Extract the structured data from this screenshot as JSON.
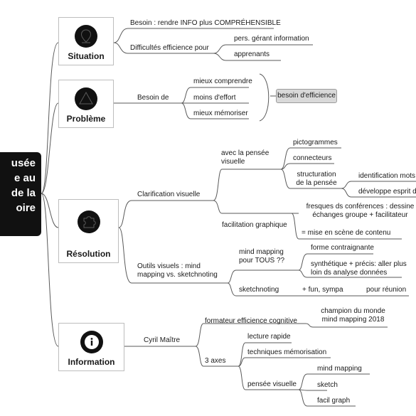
{
  "root": {
    "label_lines": [
      "usée",
      "e au",
      "de la",
      "oire"
    ]
  },
  "sections": {
    "situation": {
      "title": "Situation",
      "icon": "location-pin-icon",
      "besoin": "Besoin : rendre INFO plus COMPRÉHENSIBLE",
      "difficultes": "Difficultés efficience pour",
      "difficultes_items": [
        "pers. gérant information",
        "apprenants"
      ]
    },
    "probleme": {
      "title": "Problème",
      "icon": "warning-icon",
      "besoin": "Besoin de",
      "items": [
        "mieux comprendre",
        "moins d'effort",
        "mieux mémoriser"
      ],
      "tag": "besoin d'efficience"
    },
    "resolution": {
      "title": "Résolution",
      "icon": "puzzle-piece-icon",
      "clarification": "Clarification visuelle",
      "pensee_visuelle": "avec la pensée visuelle",
      "pensee_items": [
        "pictogrammes",
        "connecteurs",
        "structuration de la pensée"
      ],
      "structuration_items": [
        "identification mots",
        "développe esprit d"
      ],
      "facilitation": "facilitation graphique",
      "facilitation_items": [
        "fresques ds conférences : dessine échanges groupe + facilitateur",
        "= mise en scène de contenu"
      ],
      "outils": "Outils visuels : mind mapping vs. sketchnoting",
      "mindmapping": "mind mapping pour TOUS ??",
      "mindmapping_items": [
        "forme contraignante",
        "synthétique + précis: aller plus loin ds analyse données"
      ],
      "sketchnoting": "sketchnoting",
      "sketch_fun": "+ fun, sympa",
      "sketch_reunion": "pour réunion"
    },
    "information": {
      "title": "Information",
      "icon": "info-icon",
      "cyril": "Cyril Maître",
      "formateur": "formateur efficience cognitive",
      "champion": "champion du monde mind mapping 2018",
      "axes": "3 axes",
      "axes_items": [
        "lecture rapide",
        "techniques mémorisation",
        "pensée visuelle"
      ],
      "pensee_items": [
        "mind mapping",
        "sketch",
        "facil graph"
      ]
    }
  }
}
